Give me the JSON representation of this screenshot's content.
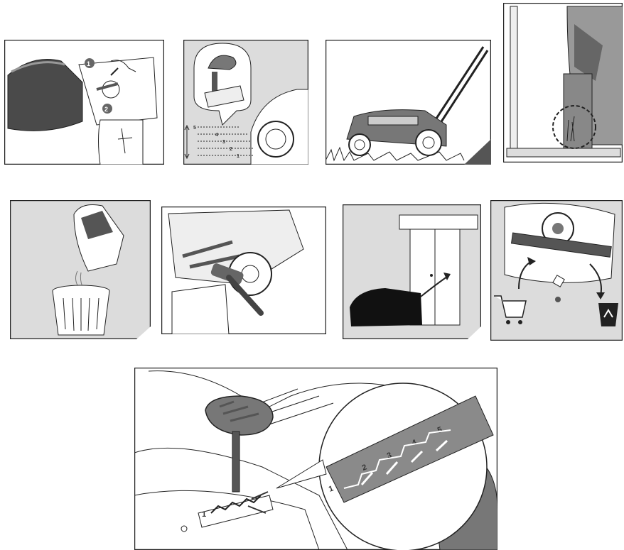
{
  "colors": {
    "ink": "#222222",
    "panel_gray": "#dcdcdc",
    "dark_gray": "#4a4a4a",
    "mid_gray": "#8a8a8a",
    "white": "#ffffff"
  },
  "panels": [
    {
      "id": "remove-grass-bag",
      "step_markers": [
        "1",
        "2"
      ]
    },
    {
      "id": "cutting-height-levels",
      "levels": [
        "5",
        "4",
        "3",
        "2",
        "1"
      ]
    },
    {
      "id": "mowing-on-lawn"
    },
    {
      "id": "inspect-grass-clipping"
    },
    {
      "id": "empty-bag-into-bin"
    },
    {
      "id": "clean-with-brush"
    },
    {
      "id": "store-in-shed"
    },
    {
      "id": "replace-blade",
      "icons": [
        "cart-icon",
        "recycle-icon"
      ]
    },
    {
      "id": "height-lever-detail",
      "levels": [
        "1",
        "2",
        "3",
        "4",
        "5"
      ],
      "base_label": "1"
    }
  ]
}
